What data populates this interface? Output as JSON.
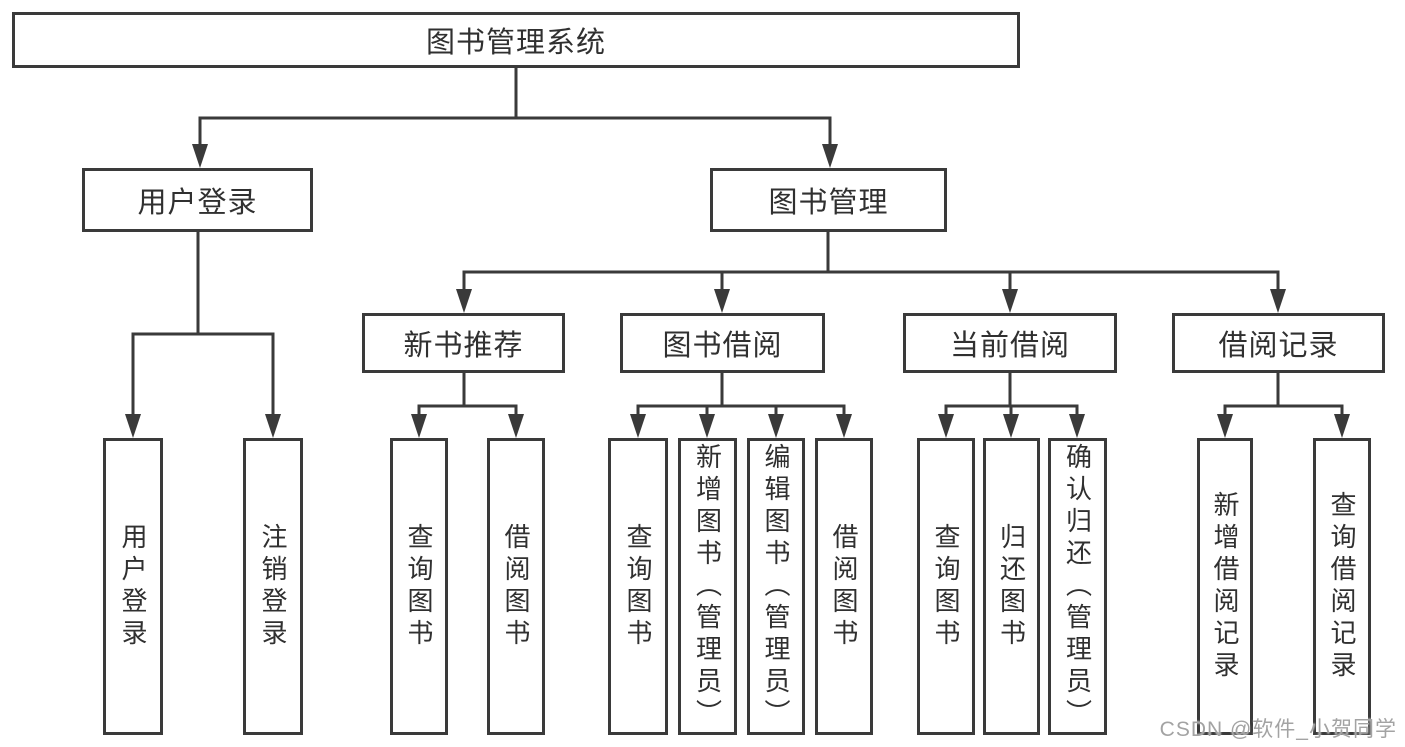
{
  "diagram": {
    "title_node": "图书管理系统",
    "level2": {
      "user_login": "用户登录",
      "book_management": "图书管理"
    },
    "level3": {
      "new_book_recommend": "新书推荐",
      "book_borrowing": "图书借阅",
      "current_borrowing": "当前借阅",
      "borrowing_records": "借阅记录"
    },
    "leaves": {
      "login": [
        "用户登录",
        "注销登录"
      ],
      "recommend": [
        "查询图书",
        "借阅图书"
      ],
      "borrowing": [
        "查询图书",
        "新增图书（管理员）",
        "编辑图书（管理员）",
        "借阅图书"
      ],
      "current": [
        "查询图书",
        "归还图书",
        "确认归还（管理员）"
      ],
      "records": [
        "新增借阅记录",
        "查询借阅记录"
      ]
    }
  },
  "watermark": "CSDN @软件_小贺同学",
  "colors": {
    "line": "#3a3a3a",
    "text": "#303030",
    "watermark": "#a3a3a3",
    "background": "#ffffff"
  }
}
